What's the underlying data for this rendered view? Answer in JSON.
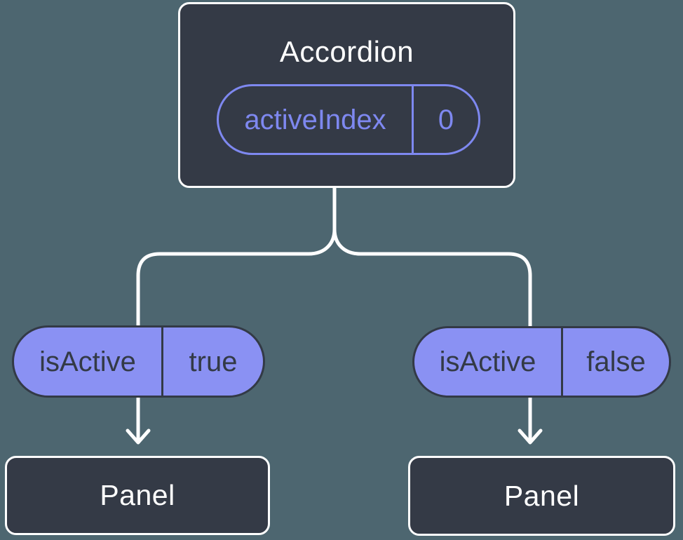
{
  "diagram": {
    "root": {
      "title": "Accordion",
      "prop": {
        "label": "activeIndex",
        "value": "0"
      }
    },
    "children": [
      {
        "prop": {
          "label": "isActive",
          "value": "true"
        },
        "node": "Panel"
      },
      {
        "prop": {
          "label": "isActive",
          "value": "false"
        },
        "node": "Panel"
      }
    ]
  },
  "theme": {
    "background": "#4d6670",
    "node_fill": "#343a46",
    "node_border": "#ffffff",
    "accent_outline": "#7e88f0",
    "accent_fill": "#8a91f3",
    "pill_text_dark": "#333a46",
    "connector": "#ffffff"
  }
}
